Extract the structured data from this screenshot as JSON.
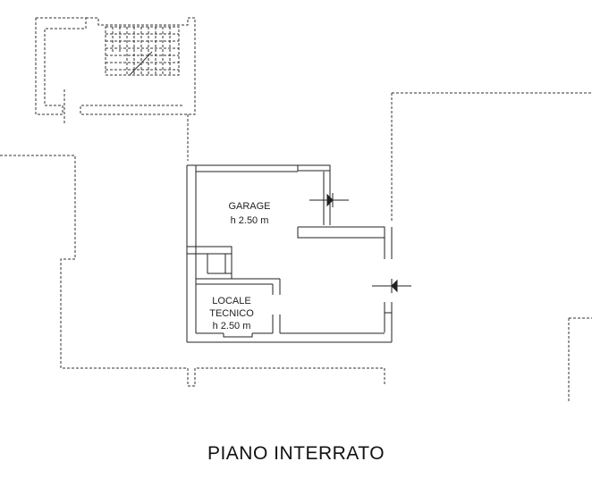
{
  "rooms": {
    "garage": {
      "name": "GARAGE",
      "height": "h 2.50 m"
    },
    "locale_tecnico": {
      "name_line1": "LOCALE",
      "name_line2": "TECNICO",
      "height": "h 2.50 m"
    }
  },
  "drawing_title": "PIANO INTERRATO",
  "colors": {
    "line": "#222222",
    "dash": "#333333",
    "background": "#ffffff"
  }
}
